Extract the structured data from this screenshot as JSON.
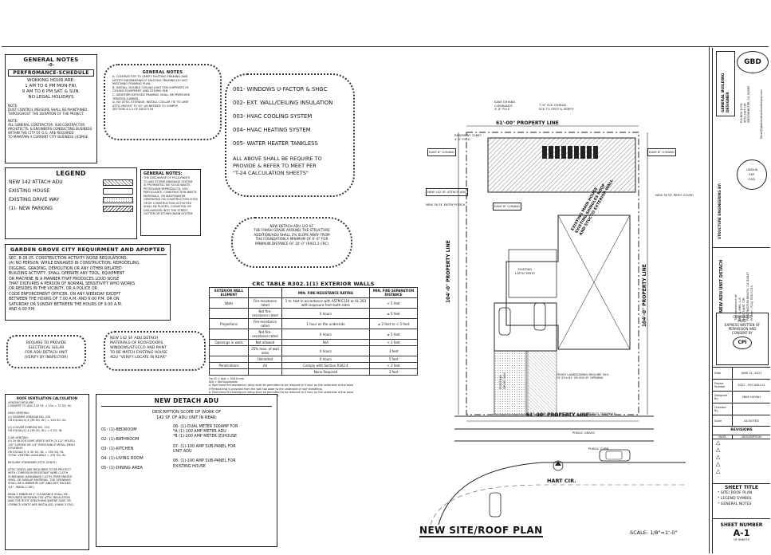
{
  "general_notes_1": {
    "title": "GENERAL NOTES",
    "sub": "-0-",
    "sched_title": "PERFROMANCE-SCHEDULE",
    "hours": "WORKING HOUR ARE:\n1 AM TO 6 PM MON-FRI,\n9 AM TO 6 PM SAT. & SUN.\nNO LEGAL HOLIDAYS",
    "note": "NOTE:\nDUST CONTROL MEASURE SHALL BE MAINTAINED\nTHROUGHOUT THE DURATION OF THE PROJECT.",
    "note2": "NOTE:\nALL GENERAL CONTRACTOR, SUB CONTRACTOR,\nARCHITECTS, & ENGINEERS CONDUCTING BUSINESS\nWITHIN THE CITY OF G.G. ARE REQUIRED\nTO MAINTAIN A CURRENT CITY BUSINESS LICENSE."
  },
  "general_notes_2": {
    "title": "GENERAL NOTES",
    "body": "A- CONTRACTOR TO VERIFY EXISTING FRAMING AND\nNOTIFY ENGINEERING IF EXISTING FRAMING DO NOT\nMATCHING FRAMING PLAN.\nB- INSTALL DOUBLE CEILING JOIST FOR SUPPORTS OF\nCEILING EQUIPMENT AND CEILING FAN.\nC- WEATHER EXPOSED FRAMING SHALL BE PRESSURE\nTREATED LUMBER.\nD- NO ATTIC STORAGE; INSTALL COLLAR TIE TO LIMIT\nATTIC HEIGHT TO 42\" AS NEEDED TO COMPLY\nSECTION 4.5.1 OF ASCE7/16"
  },
  "energy": {
    "items": [
      "001- WINDOWS U-FACTOR & SHGC",
      "002- EXT. WALL/CEILING INSULATION",
      "003- HVAC COOLING SYSTEM",
      "004- HVAC HEATING SYSTEM",
      "005- WATER HEATER TANKLESS"
    ],
    "footer": "ALL ABOVE SHALL BE REQUIRE TO\nPROVIDE & REFER TO MEET PER\n\"T-24 CALCULATION SHEETS\""
  },
  "legend": {
    "title": "LEGEND",
    "items": [
      "NEW 142 ATTACH ADU",
      "EXISTING HOUSE",
      "EXISTING DRIVE WAY",
      "(1)- NEW PARKING"
    ]
  },
  "general_notes_3": {
    "title": "GENERAL NOTES:",
    "body": "THE DISCHARGE OF POLLUTANTS\nTO ANY STORM DRAINAGE SYSTEM\nIS PROHIBITED. NO SOLID WASTE,\nPETROLEUM BYPRODUCTS, SOIL\nPARTICULATE, CONSTRUCTION WASTE\nMATERIALS, OR WASTEWATER\nGENERATED ON CONSTRUCTION SITES\nOR BY CONSTRUCTION ACTIVITIES\nSHALL BE PLACED, CONVEYED OR\nDISCHARGED INTO THE STREET,\nGUTTER OR STORM DRAIN SYSTEM."
  },
  "city": {
    "title": "GARDEN GROVE CITY REQUIRMENT AND APOPTED",
    "body": "SEC. 8-28.05. CONSTRUCTION ACTIVITY NOISE REGULATIONS.\n(A) NO PERSON, WHILE ENGAGED IN CONSTRUCTION, REMODELING,\nDIGGING, GRADING, DEMOLITION OR ANY OTHER RELATED\nBUILDING ACTIVITY, SHALL OPERATE ANY TOOL, EQUIPMENT\nOR MACHINE IN A MANNER THAT PRODUCES LOUD NOISE\nTHAT DISTURBS A PERSON OF NORMAL SENSITIVITY WHO WORKS\nOR RESIDES IN THE VICINITY, OR A POLICE OR\nCODE ENFORCEMENT OFFICER, ON ANY WEEKDAY EXCEPT\nBETWEEN THE HOURS OF 7:00 A.M. AND 6:00 P.M. OR ON\nSATURDAY OR SUNDAY BETWEEN THE HOURS OF 9:00 A.M.\nAND 6:00 P.M."
  },
  "solar": "REQUIRE TO PROVIDE\nELECTRICAL SOLAR\nFOR ADU DETACH UNIT\n(VERIFY BY INSPECTOR)",
  "adu_note": "NEW 142 SF. ADU DETACH\nMATERIALS OF ROOF/DOORS\nWINDOWS/STUCCO AND PAINT\nTO BE MATCH EXISTING HOUSE\nADU \"VERIFY LOCATE IN REAR\"",
  "grade_note": "NEW DETACH ADU 142 SF.\nTHE FINISH GRADE AROUND THE STRUCTURE\nADDITION/ADU SHALL 2% SLOPE AWAY FROM\nTHE FOUNDATION A MINIMUM OF 6'-0\" FOR\nMINIMUM DISTANCE OF 10'-0\" (R401.3 CRC)",
  "crc": {
    "title": "CRC TABLE R302.1(1) EXTERIOR WALLS",
    "headers": [
      "EXTERIOR WALL ELEMENT",
      "",
      "MIN. FIRE-RESISTANCE RATING",
      "MIN. FIRE SEPARATION DISTANCE"
    ],
    "rows": [
      [
        "Walls",
        "Fire-resistance rated",
        "1 hr. test in accordance with ASTM E119 or UL 263 with exposure from both sides",
        "< 5 feet"
      ],
      [
        "",
        "Not fire-resistance rated",
        "0 hours",
        "≥ 5 feet"
      ],
      [
        "Projections",
        "Fire-resistance rated",
        "1 hour on the underside",
        "≥ 2 feet to < 5 feet"
      ],
      [
        "",
        "Not fire-resistance rated",
        "0 hours",
        "≥ 5 feet"
      ],
      [
        "Openings in walls",
        "Not allowed",
        "N/A",
        "< 3 feet"
      ],
      [
        "",
        "25% max. of wall area",
        "0 hours",
        "3 feet"
      ],
      [
        "",
        "Unlimited",
        "0 hours",
        "5 feet"
      ],
      [
        "Penetrations",
        "All",
        "Comply with Section R302.4",
        "< 3 feet"
      ],
      [
        "",
        "",
        "None Required",
        "3 feet"
      ]
    ],
    "footnote": "For SI: 1 foot = 304.8 mm.\nN/A = Not Applicable.\na. Roof eave fire-resistance rating shall be permitted to be reduced to 0 hour on the underside of the eave\nif fireblocking is provided from the wall top plate to the underside of roof sheathing.\nb. Roof eave fire-resistance rating shall be permitted to be reduced to 0 hour on the underside of the eave\nprovided that gable vent openings are not installed."
  },
  "vent": {
    "title": "ROOF VENTILATION CALCULATION",
    "body": "VENTING REQUIRE\nCONVERT TO ADU 142 SF. = 144 = 72 SQ. IN.\n\nHIGH VENTING:\n(4) DORMER EYBROW NO. 234\nOR EQUAL(4) X (36 SQ. IN.) = 144 SQ. IN.\n\n(0) LOUVER EYBROW NO. 234\nOR EQUAL(0) X (36 SQ. IN.) = 0 SQ. IN.\n\nLOW VENTING:\n(5) 3x BLOCK EAVE VENTS WITH (3-1/2\" HOLES)\n1/8\" SCREEN OR 1/4\" RESISTANCE METAL MESH\nCOVERING\nOR EQUAL(5) X 30 SQ. IN. = 150 SQ. IN.\nTOTAL VENTING AVAILABLE = 294 SQ. IN.\n\nREQUIRE STANDARD ATTIC VENTS:\n\nATTIC VENTS ARE REQUIRED TO BE PROTECT\nWITH CORROSION RESISTANT WIRE CLOTH\nSCREENING HARDWARE CLOTH, PERFORATED\nVINYL OR SIMILAR MATERIAL. THE OPENINGS\nSHALL BE A MINIMUM 1/8\" AND NOT EXCEED\n1/4\". (R806.1 CRC)\n\nR806.3 MINIMUM 1\" CLEARANCE SHALL BE\nPROVIDED BETWEEN THE ATTIC INSULATION\nAND THE ROOF SHEATHING WHERE EAVE OR\nCORNICE VENTS ARE INSTALLED. (R806.3 CRC)"
  },
  "scope": {
    "title": "NEW DETACH ADU",
    "sub": "DESCRIPTION SCOPE OF WORK OF\n142 SF. OF ADU UNIT IN REAR:",
    "left": [
      "01- (1)-BEDROOM",
      "02- (1)-BATHROOM",
      "03- (1)-KITCHEN",
      "04- (1)-LIVING ROOM",
      "05- (1)-DINING AREA"
    ],
    "right": "06- (1)-DUAL METER 300AMP FOR\n*A (1)-100 AMP METER ADU\n*B (1)-200 AMP METER (E)HOUSE\n\n07- (1)-100 AMP SUB-PANEL FOR\nUNIT ADU\n\n08- (1)-100 AMP SUB-PANEL FOR\nEXISTING HOUSE"
  },
  "plan": {
    "title": "NEW SITE/ROOF PLAN",
    "scale": "SCALE: 1/8\"=1'-0\"",
    "street": "HART CIR.",
    "top_dim": "61'-00\" PROPERTY LINE",
    "bot_dim": "61'-00\" PROPERTY LINE",
    "left_dim": "104'-0\" PROPERTY LINE",
    "right_dim": "104'-0\" PROPERTY LINE",
    "labels": {
      "easement": "EASEMENT 22867\n4'-0\" P.U.E.",
      "eave1": "EAVE 8\" O/HANG",
      "eave2": "EAVE 8\" O/HANG",
      "attach": "NEW 142 SF. ATTACH ADU",
      "porch": "NEW 30 SF. ENTRY PORCH",
      "eave3": "EAVE 8\" O/HANG",
      "patio_cover": "NEW 30 SF. PATIO COVER",
      "clear1": "EAVE O/HANG\nCLEARANCE\n4'-0\" P.U.E.",
      "clear2": "7'/4\" SCE O/HEAD\nSCE TO SPOT & VERIFY",
      "house": "EXISTING MAIN HOUSE\nEXISTING SHINGLES ROOF\nAND STUCCO EXTERIOR WALL",
      "patio": "EXISTING\nLATTIC PATIO",
      "drive": "EXISTING\nDRIVE WAY",
      "landscape": "FRONT LANDSCAPING REQUIRE 50%\nOF 20'x 61' OR 500 SF. OPENING",
      "sidewalk": "PUBLIC SIDEWALK",
      "grass": "PUBLIC GRASS",
      "curb": "PUBLIC CURB"
    }
  },
  "titleblock": {
    "designer": "GENERAL BUILDING DESIGNER",
    "logo": "GBD",
    "addr": "P.O.BOX 1074\n9501 HAT CIR\nWESTMINSTER, CA 92683",
    "email": "Email@gbdconstructiondesigns.com",
    "engineer": "STRUCTURE ENGINEERING BY:",
    "stamp": "C64508\nEXP.\nCIVIL",
    "project": "NEW ADU UNIT DETACH",
    "owner": "The Residence of\nMR. & MRS. L.E.\n9550 HART CIR.\nHUNTINGTON BEACH, CA 92647\nPhone: (714) 555-0133",
    "copyright": "COPYRIGHT\nMUST\nEXPRESS WRITTEN OF\nPERMISSION AND\nCONSENT BY",
    "cpi": "CPI",
    "meta": [
      [
        "Date",
        "JUNE 21, 2021"
      ],
      [
        "Project\nNumber",
        "2021 - 097-ADU-21"
      ],
      [
        "Designed\nBy",
        "MIKE HUYNH"
      ],
      [
        "Checked\nBy",
        ""
      ],
      [
        "Scale",
        "AS NOTED"
      ]
    ],
    "revisions": "REVISIONS",
    "rev_cols": [
      "DATE",
      "DESCRIPTION"
    ],
    "sheet_title": "SHEET TITLE",
    "sheet_items": [
      "* SITE/ ROOF PLAN",
      "* LEGEND SYMBOL",
      "* GENERAL NOTES"
    ],
    "sheet_num_label": "SHEET NUMBER",
    "sheet_num": "A-1",
    "of": "OF SHEETS"
  }
}
